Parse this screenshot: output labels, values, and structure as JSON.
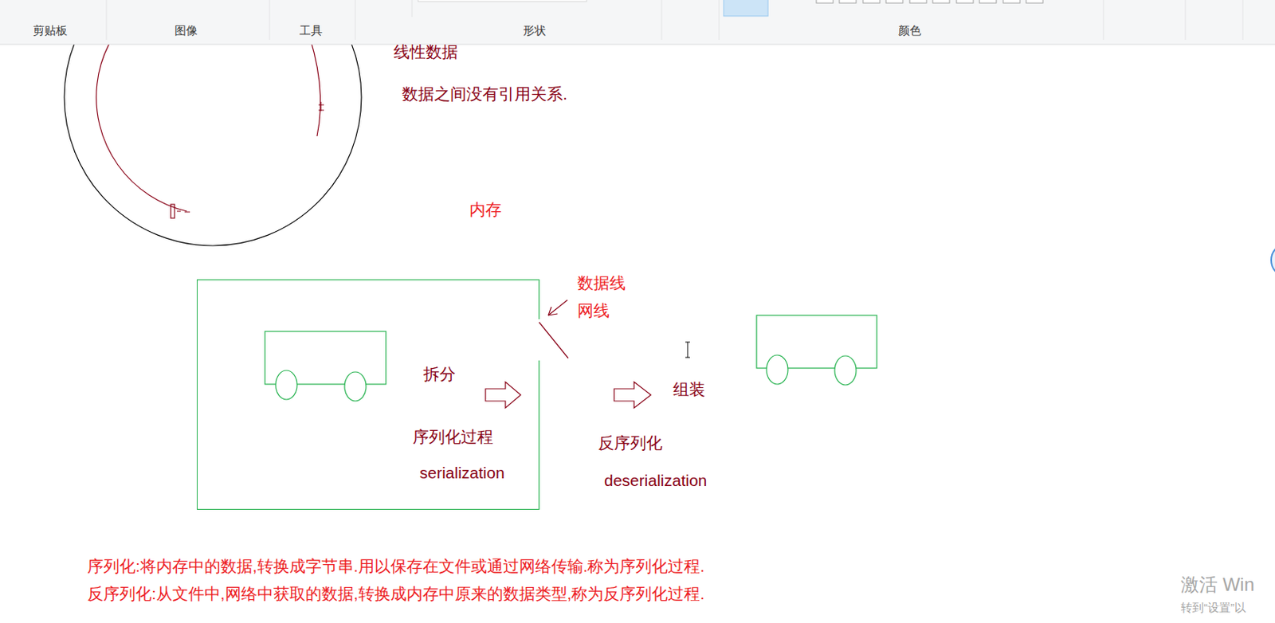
{
  "diagram": {
    "nodes": [
      {
        "text": [
          "拆分",
          "序列化过程",
          "serialization"
        ]
      }
    ],
    "labels": [
      "剪贴板",
      "图像",
      "工具",
      "形状",
      "颜色",
      "线性数据",
      "数据之间没有引用关系.",
      "内存",
      "数据线",
      "网线",
      "组装",
      "反序列化",
      "deserialization",
      "序列化:将内存中的数据,转换成字节串.用以保存在文件或通过网络传输.称为序列化过程.",
      "反序列化:从文件中,网络中获取的数据,转换成内存中原来的数据类型,称为反序列化过程.",
      "激活 Win",
      "转到“设置”以"
    ]
  }
}
